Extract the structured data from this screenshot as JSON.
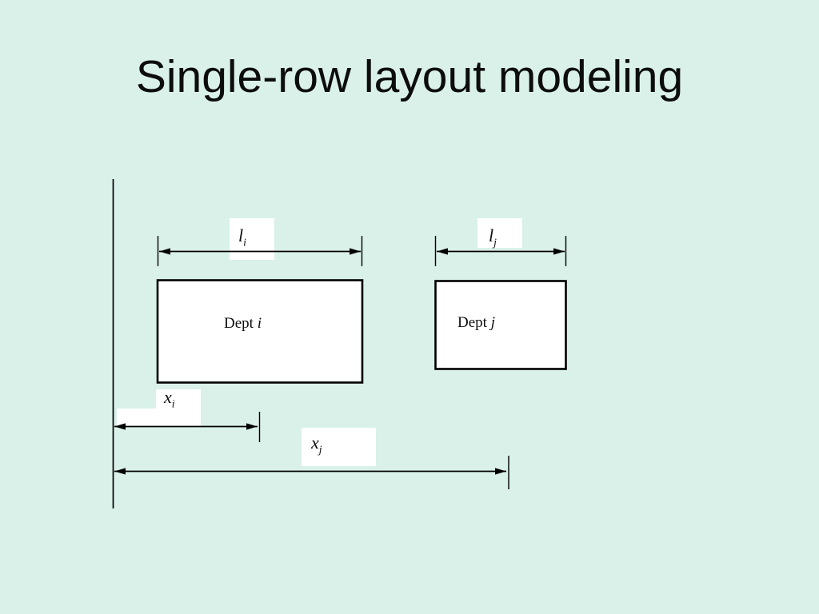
{
  "title": "Single-row layout modeling",
  "colors": {
    "background": "#d9f1e9",
    "line": "#000000",
    "title_text": "#0d0d0d",
    "label_box_fill": "#ffffff",
    "dept_fill": "#ffffff"
  },
  "diagram": {
    "dept_i": {
      "prefix": "Dept",
      "variable": "i"
    },
    "dept_j": {
      "prefix": "Dept",
      "variable": "j"
    },
    "length_i": {
      "base": "l",
      "subscript": "i"
    },
    "length_j": {
      "base": "l",
      "subscript": "j"
    },
    "position_i": {
      "base": "x",
      "subscript": "i"
    },
    "position_j": {
      "base": "x",
      "subscript": "j"
    }
  }
}
